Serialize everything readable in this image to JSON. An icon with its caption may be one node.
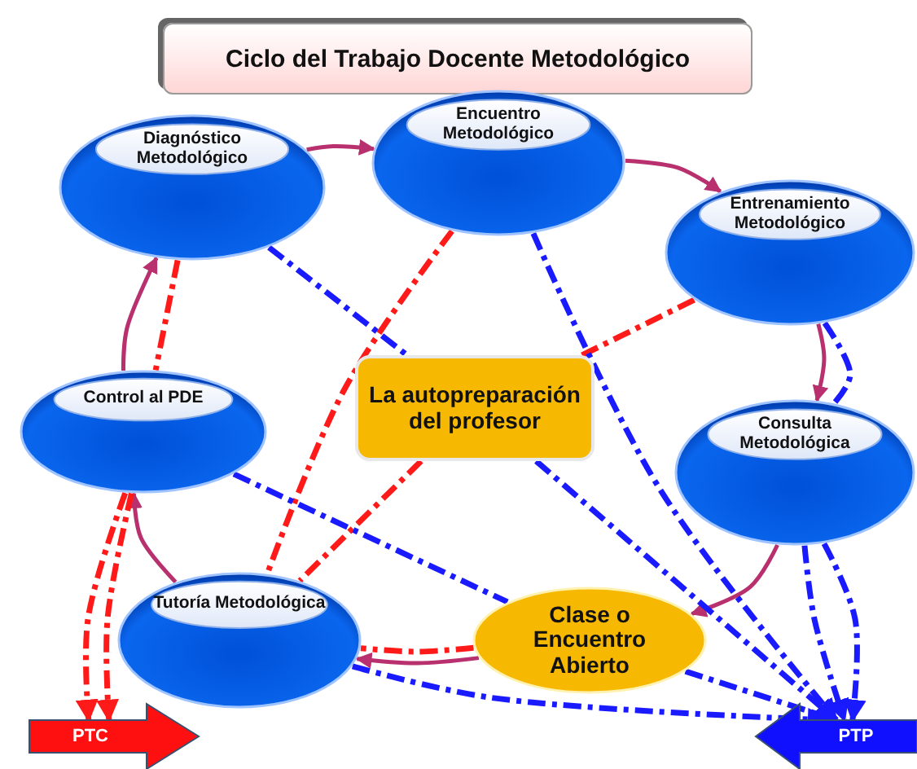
{
  "diagram": {
    "title": "Ciclo del Trabajo Docente Metodológico",
    "nodes": [
      {
        "text": [
          "Diagnóstico Metodológico"
        ]
      },
      {
        "text": [
          "Encuentro Metodológico"
        ]
      },
      {
        "text": [
          "Entrenamiento Metodológico"
        ]
      },
      {
        "text": [
          "La autopreparación del profesor"
        ]
      },
      {
        "text": [
          "Control al PDE"
        ]
      },
      {
        "text": [
          "Consulta Metodológica"
        ]
      },
      {
        "text": [
          "Tutoría Metodológica"
        ]
      },
      {
        "text": [
          "Clase o Encuentro Abierto"
        ]
      },
      {
        "text": [
          "PTC"
        ]
      },
      {
        "text": [
          "PTP"
        ]
      }
    ],
    "edges": [
      {
        "from": 0,
        "to": 1,
        "arrow": "to",
        "color": "#b8306e"
      },
      {
        "from": 1,
        "to": 2,
        "arrow": "to",
        "color": "#b8306e"
      },
      {
        "from": 2,
        "to": 5,
        "arrow": "to",
        "color": "#b8306e"
      },
      {
        "from": 5,
        "to": 7,
        "arrow": "to",
        "color": "#b8306e"
      },
      {
        "from": 7,
        "to": 6,
        "arrow": "to",
        "color": "#b8306e"
      },
      {
        "from": 6,
        "to": 4,
        "arrow": "to",
        "color": "#b8306e"
      },
      {
        "from": 4,
        "to": 0,
        "arrow": "to",
        "color": "#b8306e"
      },
      {
        "from": 0,
        "to": 4,
        "arrow": "none",
        "style": "dashed",
        "color": "#ff1a1a"
      },
      {
        "from": 4,
        "to": 8,
        "arrow": "to",
        "style": "dashed",
        "color": "#ff1a1a"
      },
      {
        "from": 1,
        "to": 6,
        "arrow": "none",
        "style": "dashed",
        "color": "#ff1a1a"
      },
      {
        "from": 2,
        "to": 3,
        "arrow": "none",
        "style": "dashed",
        "color": "#ff1a1a"
      },
      {
        "from": 3,
        "to": 6,
        "arrow": "none",
        "style": "dashed",
        "color": "#ff1a1a"
      },
      {
        "from": 7,
        "to": 6,
        "arrow": "none",
        "style": "dashed",
        "color": "#ff1a1a"
      },
      {
        "from": 0,
        "to": 3,
        "arrow": "none",
        "style": "dashed",
        "color": "#1a1aff"
      },
      {
        "from": 1,
        "to": 9,
        "arrow": "to",
        "style": "dashed",
        "color": "#1a1aff"
      },
      {
        "from": 3,
        "to": 9,
        "arrow": "to",
        "style": "dashed",
        "color": "#1a1aff"
      },
      {
        "from": 4,
        "to": 7,
        "arrow": "none",
        "style": "dashed",
        "color": "#1a1aff"
      },
      {
        "from": 2,
        "to": 5,
        "arrow": "none",
        "style": "dashed",
        "color": "#1a1aff"
      },
      {
        "from": 5,
        "to": 9,
        "arrow": "to",
        "style": "dashed",
        "color": "#1a1aff"
      },
      {
        "from": 6,
        "to": 9,
        "arrow": "to",
        "style": "dashed",
        "color": "#1a1aff"
      },
      {
        "from": 7,
        "to": 9,
        "arrow": "to",
        "style": "dashed",
        "color": "#1a1aff"
      },
      {
        "from": 5,
        "to": 9,
        "arrow": "to",
        "style": "dashed",
        "color": "#1a1aff"
      },
      {
        "from": 4,
        "to": 8,
        "arrow": "to",
        "style": "dashed",
        "color": "#ff1a1a"
      }
    ]
  }
}
